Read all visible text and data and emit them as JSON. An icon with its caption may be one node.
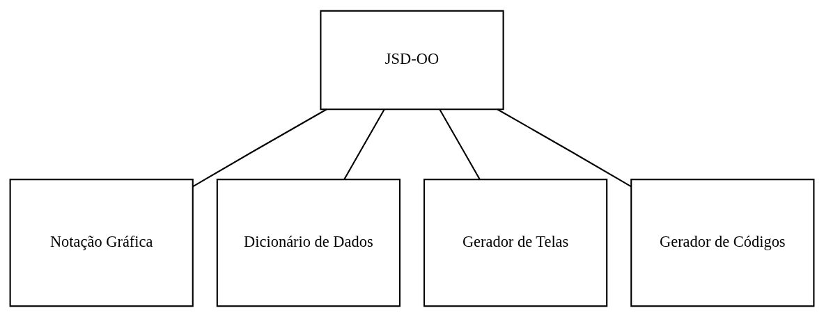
{
  "diagram": {
    "nodes": [
      {
        "text": [
          "JSD-OO"
        ]
      },
      {
        "text": [
          "Notação Gráfica"
        ]
      },
      {
        "text": [
          "Dicionário de Dados"
        ]
      },
      {
        "text": [
          "Gerador de Telas"
        ]
      },
      {
        "text": [
          "Gerador de Códigos"
        ]
      }
    ],
    "edges": [
      {
        "from": 0,
        "to": 1,
        "arrow": "none"
      },
      {
        "from": 0,
        "to": 2,
        "arrow": "none"
      },
      {
        "from": 0,
        "to": 3,
        "arrow": "none"
      },
      {
        "from": 0,
        "to": 4,
        "arrow": "none"
      }
    ]
  }
}
